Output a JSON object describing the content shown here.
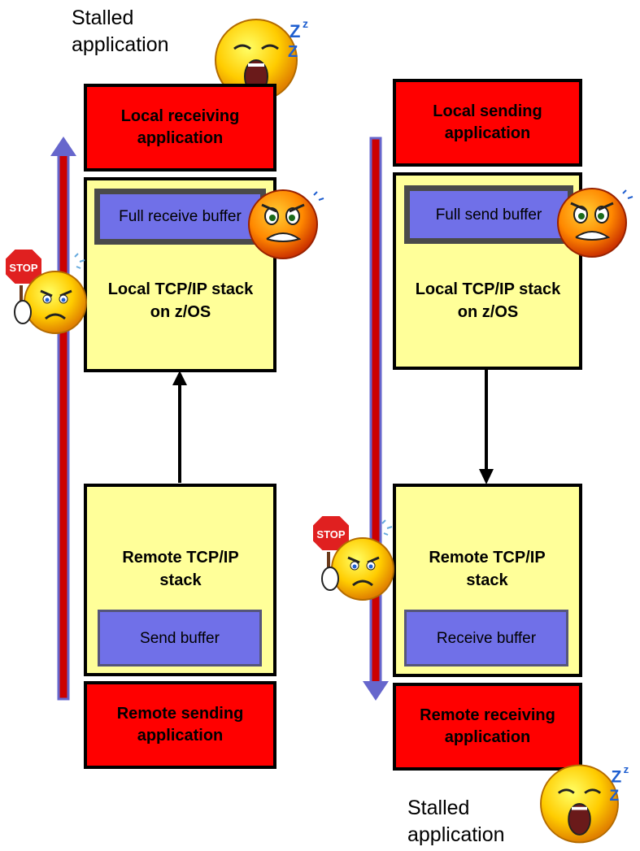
{
  "left": {
    "stalled_line1": "Stalled",
    "stalled_line2": "application",
    "top_app": "Local receiving application",
    "buffer": "Full receive buffer",
    "local_stack": "Local TCP/IP stack on z/OS",
    "remote_stack": "Remote TCP/IP stack",
    "remote_buffer": "Send buffer",
    "bottom_app": "Remote sending application"
  },
  "right": {
    "top_app": "Local sending application",
    "buffer": "Full send buffer",
    "local_stack": "Local TCP/IP stack on z/OS",
    "remote_stack": "Remote TCP/IP stack",
    "remote_buffer": "Receive buffer",
    "bottom_app": "Remote receiving application",
    "stalled_line1": "Stalled",
    "stalled_line2": "application"
  },
  "stop_sign_text": "STOP",
  "colors": {
    "app_box": "#ff0000",
    "stack_box": "#ffff99",
    "buffer": "#7070e8",
    "flow_bar": "#cc0000",
    "flow_bar_border": "#6666cc"
  },
  "icons": [
    "sleeping-face-icon",
    "angry-face-icon",
    "stop-sign-face-icon"
  ]
}
